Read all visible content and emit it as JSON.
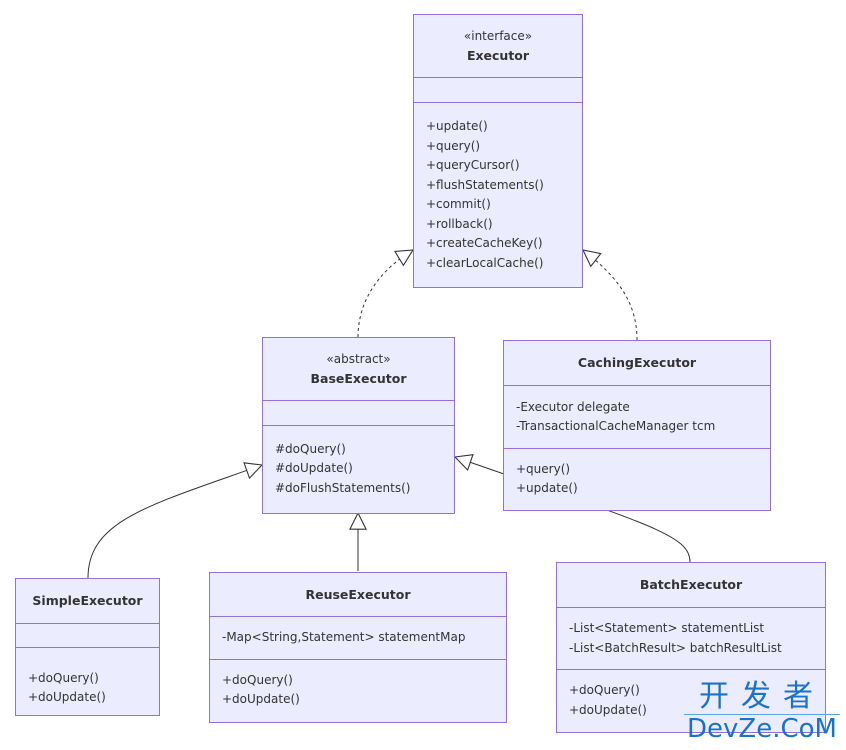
{
  "diagram": {
    "type": "uml-class-diagram",
    "colors": {
      "fill": "#ececff",
      "border": "#9370db",
      "edge": "#333333",
      "text": "#333333"
    },
    "classes": {
      "executor": {
        "stereotype": "«interface»",
        "name": "Executor",
        "attributes": [],
        "methods": [
          "+update()",
          "+query()",
          "+queryCursor()",
          "+flushStatements()",
          "+commit()",
          "+rollback()",
          "+createCacheKey()",
          "+clearLocalCache()"
        ]
      },
      "base": {
        "stereotype": "«abstract»",
        "name": "BaseExecutor",
        "attributes": [],
        "methods": [
          "#doQuery()",
          "#doUpdate()",
          "#doFlushStatements()"
        ]
      },
      "caching": {
        "name": "CachingExecutor",
        "attributes": [
          "-Executor delegate",
          "-TransactionalCacheManager tcm"
        ],
        "methods": [
          "+query()",
          "+update()"
        ]
      },
      "simple": {
        "name": "SimpleExecutor",
        "attributes": [],
        "methods": [
          "+doQuery()",
          "+doUpdate()"
        ]
      },
      "reuse": {
        "name": "ReuseExecutor",
        "attributes": [
          "-Map<String,Statement> statementMap"
        ],
        "methods": [
          "+doQuery()",
          "+doUpdate()"
        ]
      },
      "batch": {
        "name": "BatchExecutor",
        "attributes": [
          "-List<Statement> statementList",
          "-List<BatchResult> batchResultList"
        ],
        "methods": [
          "+doQuery()",
          "+doUpdate()"
        ]
      }
    },
    "relations": [
      {
        "from": "BaseExecutor",
        "to": "Executor",
        "kind": "realization"
      },
      {
        "from": "CachingExecutor",
        "to": "Executor",
        "kind": "realization"
      },
      {
        "from": "SimpleExecutor",
        "to": "BaseExecutor",
        "kind": "inheritance"
      },
      {
        "from": "ReuseExecutor",
        "to": "BaseExecutor",
        "kind": "inheritance"
      },
      {
        "from": "BatchExecutor",
        "to": "BaseExecutor",
        "kind": "inheritance"
      }
    ]
  },
  "watermark": {
    "line1": "开发者",
    "line2": "DevZe.CoM"
  }
}
